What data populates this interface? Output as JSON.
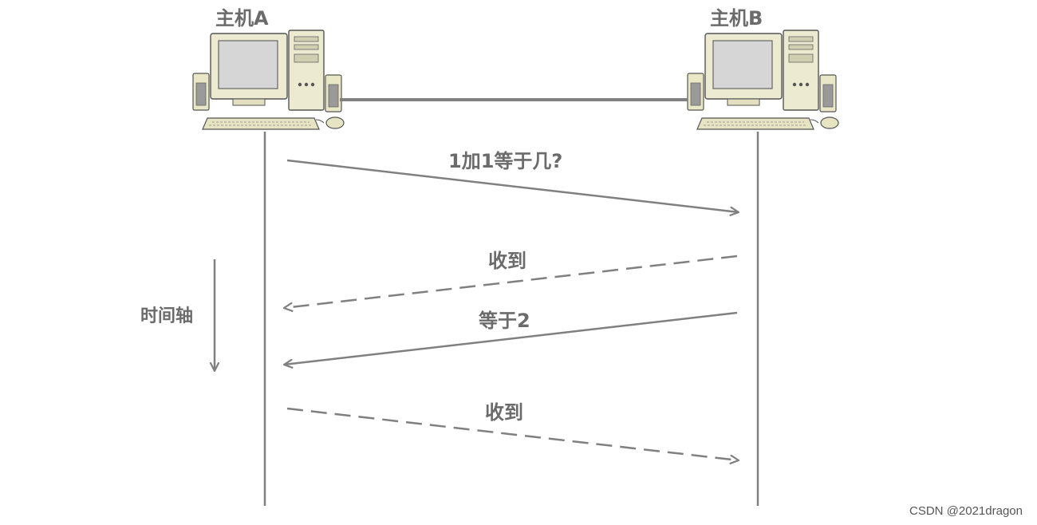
{
  "hosts": {
    "a_label": "主机A",
    "b_label": "主机B"
  },
  "messages": [
    {
      "label": "1加1等于几?",
      "direction": "A→B",
      "style": "solid"
    },
    {
      "label": "收到",
      "direction": "B→A",
      "style": "dashed"
    },
    {
      "label": "等于2",
      "direction": "B→A",
      "style": "solid"
    },
    {
      "label": "收到",
      "direction": "A→B",
      "style": "dashed"
    }
  ],
  "time_axis_label": "时间轴",
  "watermark": "CSDN @2021dragon",
  "colors": {
    "line": "#808080",
    "text": "#6b6b6b",
    "computer_body": "#eceac8",
    "screen": "#d8d8d8"
  }
}
